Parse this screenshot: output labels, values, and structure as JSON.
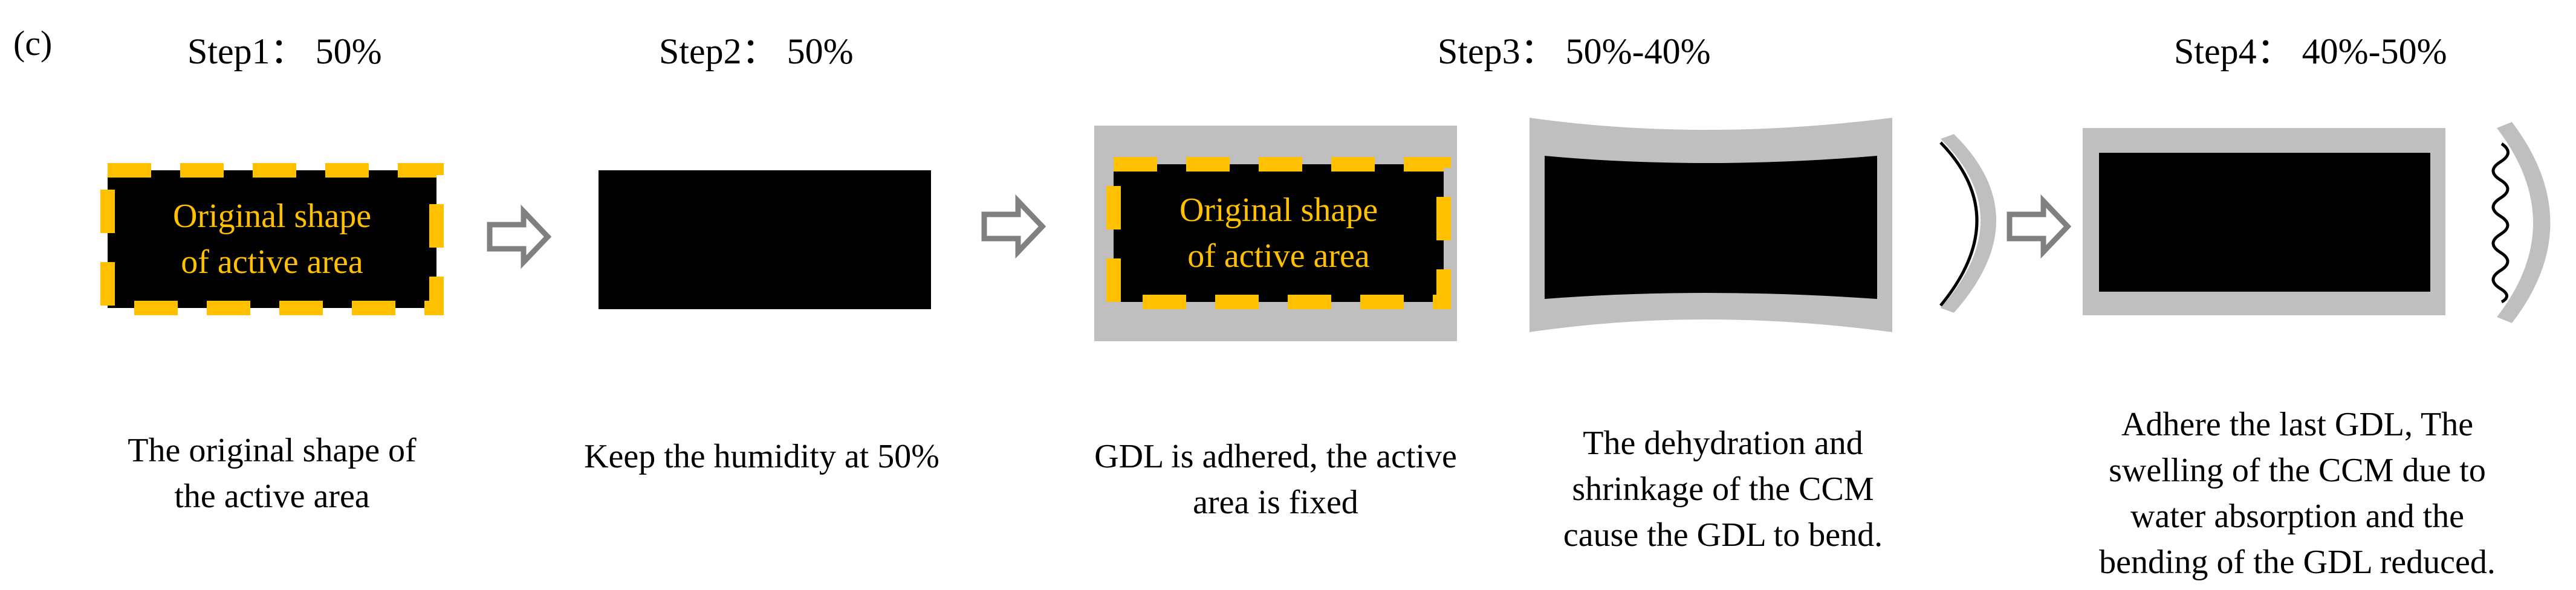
{
  "panel_label": "(c)",
  "steps": [
    {
      "title": "Step1： 50%",
      "caption_lines": [
        "The original shape of",
        "the active area"
      ],
      "inner_label_lines": [
        "Original shape",
        "of active area"
      ]
    },
    {
      "title": "Step2： 50%",
      "caption_lines": [
        "Keep the humidity at 50%"
      ]
    },
    {
      "title": "",
      "caption_lines": [
        "GDL is adhered, the active",
        "area is fixed"
      ],
      "inner_label_lines": [
        "Original shape",
        "of active area"
      ]
    },
    {
      "title": "Step3： 50%-40%",
      "caption_lines": [
        "The dehydration and",
        "shrinkage of the CCM",
        "cause the GDL to bend."
      ]
    },
    {
      "title": "Step4： 40%-50%",
      "caption_lines": [
        "Adhere the last GDL, The",
        "swelling of the CCM due to",
        "water absorption and the",
        "bending of the GDL reduced."
      ]
    }
  ],
  "colors": {
    "active_area": "#000000",
    "dash_outline": "#FFC000",
    "gdl": "#BFBFBF",
    "arrow": "#808080",
    "inner_text": "#FFC000"
  },
  "icons": [
    "right-arrow-icon",
    "right-arrow-icon",
    "right-arrow-icon"
  ]
}
